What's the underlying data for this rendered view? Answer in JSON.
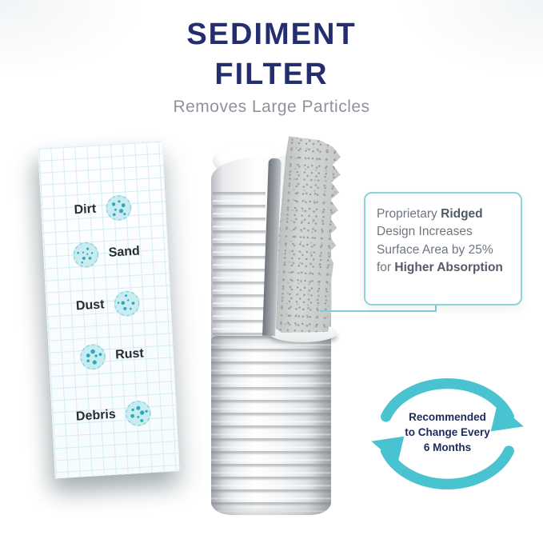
{
  "header": {
    "title_line1": "SEDIMENT",
    "title_line2": "FILTER",
    "subtitle": "Removes Large Particles"
  },
  "particles_panel": {
    "items": [
      {
        "label": "Dirt",
        "icon": "dirt-particles-icon"
      },
      {
        "label": "Sand",
        "icon": "sand-particles-icon"
      },
      {
        "label": "Dust",
        "icon": "dust-particles-icon"
      },
      {
        "label": "Rust",
        "icon": "rust-particles-icon"
      },
      {
        "label": "Debris",
        "icon": "debris-particles-icon"
      }
    ]
  },
  "callout": {
    "p1": "Proprietary ",
    "b1": "Ridged",
    "p2": "Design Increases",
    "p3": "Surface Area by 25%",
    "p4": "for ",
    "b2": "Higher Absorption"
  },
  "reminder": {
    "line1": "Recommended",
    "line2": "to Change Every",
    "line3": "6 Months"
  },
  "colors": {
    "navy": "#242e6f",
    "teal": "#49c3d0",
    "subtitle_gray": "#8e939b",
    "callout_border": "#8ad4db"
  }
}
